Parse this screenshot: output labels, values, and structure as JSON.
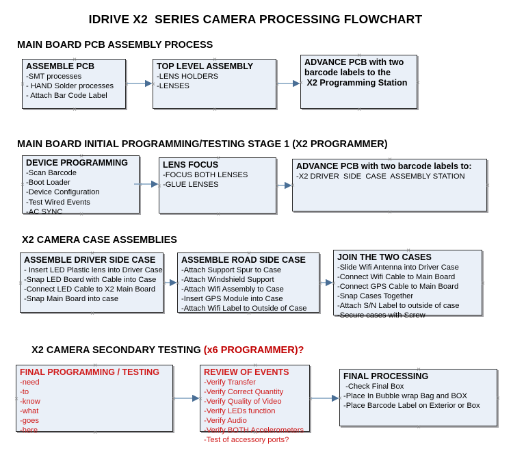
{
  "document": {
    "title": "IDRIVE X2  SERIES CAMERA PROCESSING FLOWCHART",
    "accent_color": "#c00000",
    "node_fill": "#eaf0f8",
    "node_border": "#2b2b2b",
    "connector_color": "#5a7fa8"
  },
  "sections": [
    {
      "id": "main-board-pcb-assembly",
      "heading": "MAIN BOARD PCB ASSEMBLY PROCESS",
      "heading_accent": "",
      "nodes": [
        {
          "id": "assemble-pcb",
          "title": "ASSEMBLE PCB",
          "lines": [
            "-SMT processes",
            "- HAND Solder processes",
            "- Attach Bar Code Label"
          ]
        },
        {
          "id": "top-level-assembly",
          "title": "TOP LEVEL ASSEMBLY",
          "lines": [
            "-LENS HOLDERS",
            "-LENSES"
          ]
        },
        {
          "id": "advance-pcb-programming-station",
          "title": "ADVANCE PCB with two",
          "lines": [
            "barcode labels to the",
            " X2 Programming Station"
          ]
        }
      ]
    },
    {
      "id": "main-board-initial-programming",
      "heading": "MAIN BOARD INITIAL PROGRAMMING/TESTING STAGE 1 (X2 PROGRAMMER)",
      "heading_accent": "",
      "nodes": [
        {
          "id": "device-programming",
          "title": "DEVICE PROGRAMMING",
          "lines": [
            "-Scan Barcode",
            "-Boot Loader",
            "-Device Configuration",
            "-Test Wired Events",
            "-AC SYNC"
          ]
        },
        {
          "id": "lens-focus",
          "title": "LENS FOCUS",
          "lines": [
            "-FOCUS BOTH LENSES",
            "-GLUE LENSES"
          ]
        },
        {
          "id": "advance-pcb-driver-side-case",
          "title": "ADVANCE PCB with two barcode labels to:",
          "lines": [
            "-X2 DRIVER  SIDE  CASE  ASSEMBLY STATION"
          ]
        }
      ]
    },
    {
      "id": "x2-camera-case-assemblies",
      "heading": "X2 CAMERA CASE ASSEMBLIES",
      "heading_accent": "",
      "nodes": [
        {
          "id": "assemble-driver-side-case",
          "title": "ASSEMBLE DRIVER SIDE CASE",
          "lines": [
            "- Insert LED Plastic lens into Driver Case",
            "-Snap LED Board with Cable into Case",
            "-Connect LED Cable to X2 Main Board",
            "-Snap Main Board into case"
          ]
        },
        {
          "id": "assemble-road-side-case",
          "title": "ASSEMBLE ROAD SIDE CASE",
          "lines": [
            "-Attach Support Spur to Case",
            "-Attach Windshield Support",
            "-Attach Wifi Assembly to Case",
            "-Insert GPS Module into Case",
            "-Attach Wifi Label to Outside of Case"
          ]
        },
        {
          "id": "join-the-two-cases",
          "title": "JOIN THE TWO CASES",
          "lines": [
            "-Slide Wifi Antenna into Driver Case",
            "-Connect Wifi Cable to Main Board",
            "-Connect GPS Cable to Main Board",
            "-Snap Cases Together",
            "-Attach S/N Label to outside of case",
            "-Secure cases with Screw"
          ]
        }
      ]
    },
    {
      "id": "x2-camera-secondary-testing",
      "heading": "X2 CAMERA SECONDARY TESTING ",
      "heading_accent": "(x6 PROGRAMMER)?",
      "nodes": [
        {
          "id": "final-programming-testing",
          "title": "FINAL PROGRAMMING / TESTING",
          "red": true,
          "lines": [
            "-need",
            "-to",
            "-know",
            "-what",
            "-goes",
            "-here"
          ]
        },
        {
          "id": "review-of-events",
          "title": "REVIEW OF EVENTS",
          "red": true,
          "lines": [
            "-Verify Transfer",
            "-Verify Correct Quantity",
            "-Verify Quality of Video",
            "-Verify LEDs function",
            "-Verify Audio",
            "-Verify BOTH Accelerometers",
            "-Test of accessory ports?"
          ]
        },
        {
          "id": "final-processing",
          "title": "FINAL PROCESSING",
          "red": false,
          "lines": [
            " -Check Final Box",
            "-Place In Bubble wrap Bag and BOX",
            "-Place Barcode Label on Exterior or Box"
          ]
        }
      ]
    }
  ]
}
